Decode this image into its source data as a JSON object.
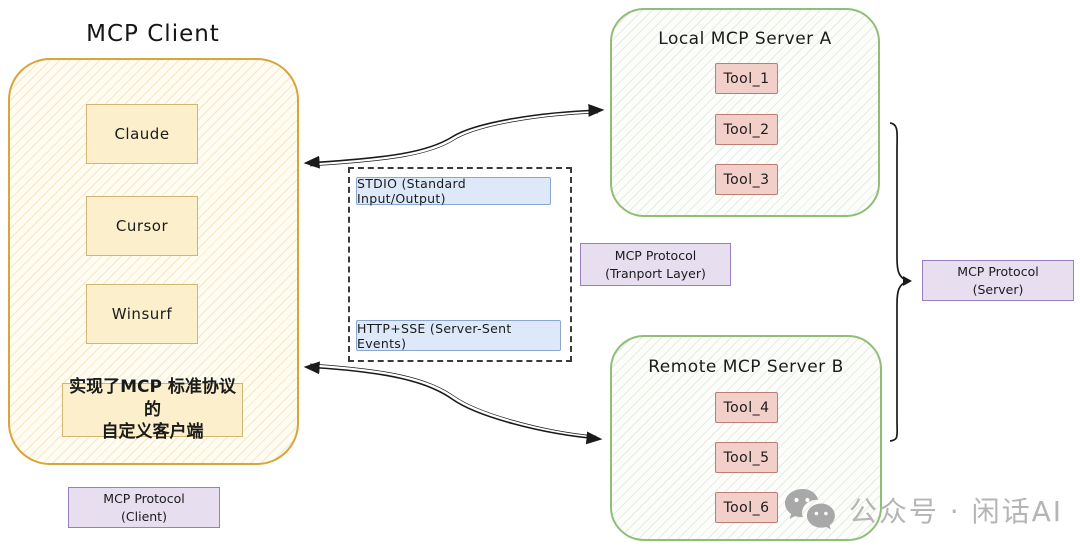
{
  "client": {
    "title": "MCP Client",
    "apps": [
      "Claude",
      "Cursor",
      "Winsurf"
    ],
    "note": {
      "line1": "实现了MCP 标准协议的",
      "line2": "自定义客户端"
    },
    "protocol": {
      "line1": "MCP Protocol",
      "line2": "(Client)"
    }
  },
  "transport": {
    "stdio_label": "STDIO (Standard Input/Output)",
    "http_label": "HTTP+SSE (Server-Sent Events)",
    "protocol": {
      "line1": "MCP Protocol",
      "line2": "(Tranport Layer)"
    }
  },
  "servers": {
    "a": {
      "title": "Local MCP Server A",
      "tools": [
        "Tool_1",
        "Tool_2",
        "Tool_3"
      ]
    },
    "b": {
      "title": "Remote MCP Server B",
      "tools": [
        "Tool_4",
        "Tool_5",
        "Tool_6"
      ]
    },
    "protocol": {
      "line1": "MCP Protocol",
      "line2": "(Server)"
    }
  },
  "watermark": {
    "text": "公众号 · 闲话AI",
    "icon": "wechat-icon"
  },
  "colors": {
    "client_border": "#d9a43b",
    "client_fill": "#fffcf2",
    "app_fill": "#fbf0cb",
    "app_border": "#d2b572",
    "server_border": "#8fbe77",
    "tool_fill": "#f3cfca",
    "tool_border": "#bd7d74",
    "transport_box_fill": "#dde9f9",
    "transport_box_border": "#88a7d1",
    "protocol_fill": "#e7def0",
    "protocol_border": "#9a7fc0",
    "connector": "#1a1a1a",
    "watermark_gray": "#b5b5b5"
  }
}
